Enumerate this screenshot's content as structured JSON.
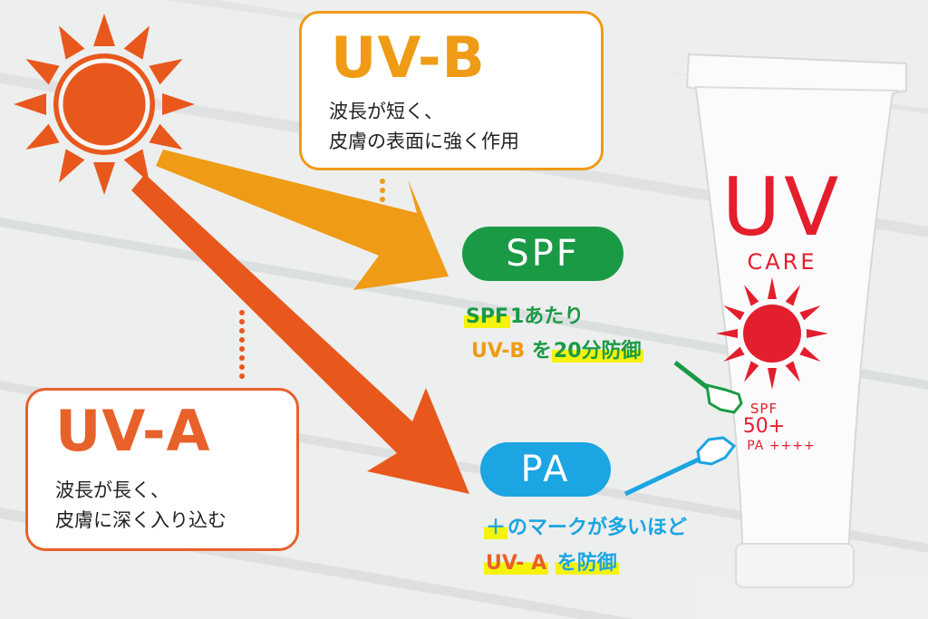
{
  "uvb_box": {
    "title": "UV-B",
    "description": "波長が短く、\n皮膚の表面に強く作用"
  },
  "uva_box": {
    "title": "UV-A",
    "description": "波長が長く、\n皮膚に深く入り込む"
  },
  "spf_pill": {
    "label": "SPF"
  },
  "spf_note": {
    "line1_a": "SPF",
    "line1_b": "1あたり",
    "line2_a": "UV-B",
    "line2_b": "を",
    "line2_c": "20分防御"
  },
  "pa_pill": {
    "label": "PA"
  },
  "pa_note": {
    "line1_a": "＋",
    "line1_b": "のマークが多いほど",
    "line2_a": "UV- A",
    "line2_b": "を防御"
  },
  "tube": {
    "uv": "UV",
    "care": "CARE",
    "spf": "SPF",
    "spf_value": "50+",
    "pa": "PA ++++"
  },
  "icons": [
    "sun-icon",
    "arrow-icon",
    "pointing-hand-icon",
    "sunscreen-tube"
  ],
  "colors": {
    "uvb_orange": "#ef9b16",
    "uva_red": "#e8612a",
    "spf_green": "#1a9a45",
    "pa_blue": "#1ba5e2",
    "tube_red": "#e31e2d",
    "highlight_yellow": "#f5f20c"
  }
}
